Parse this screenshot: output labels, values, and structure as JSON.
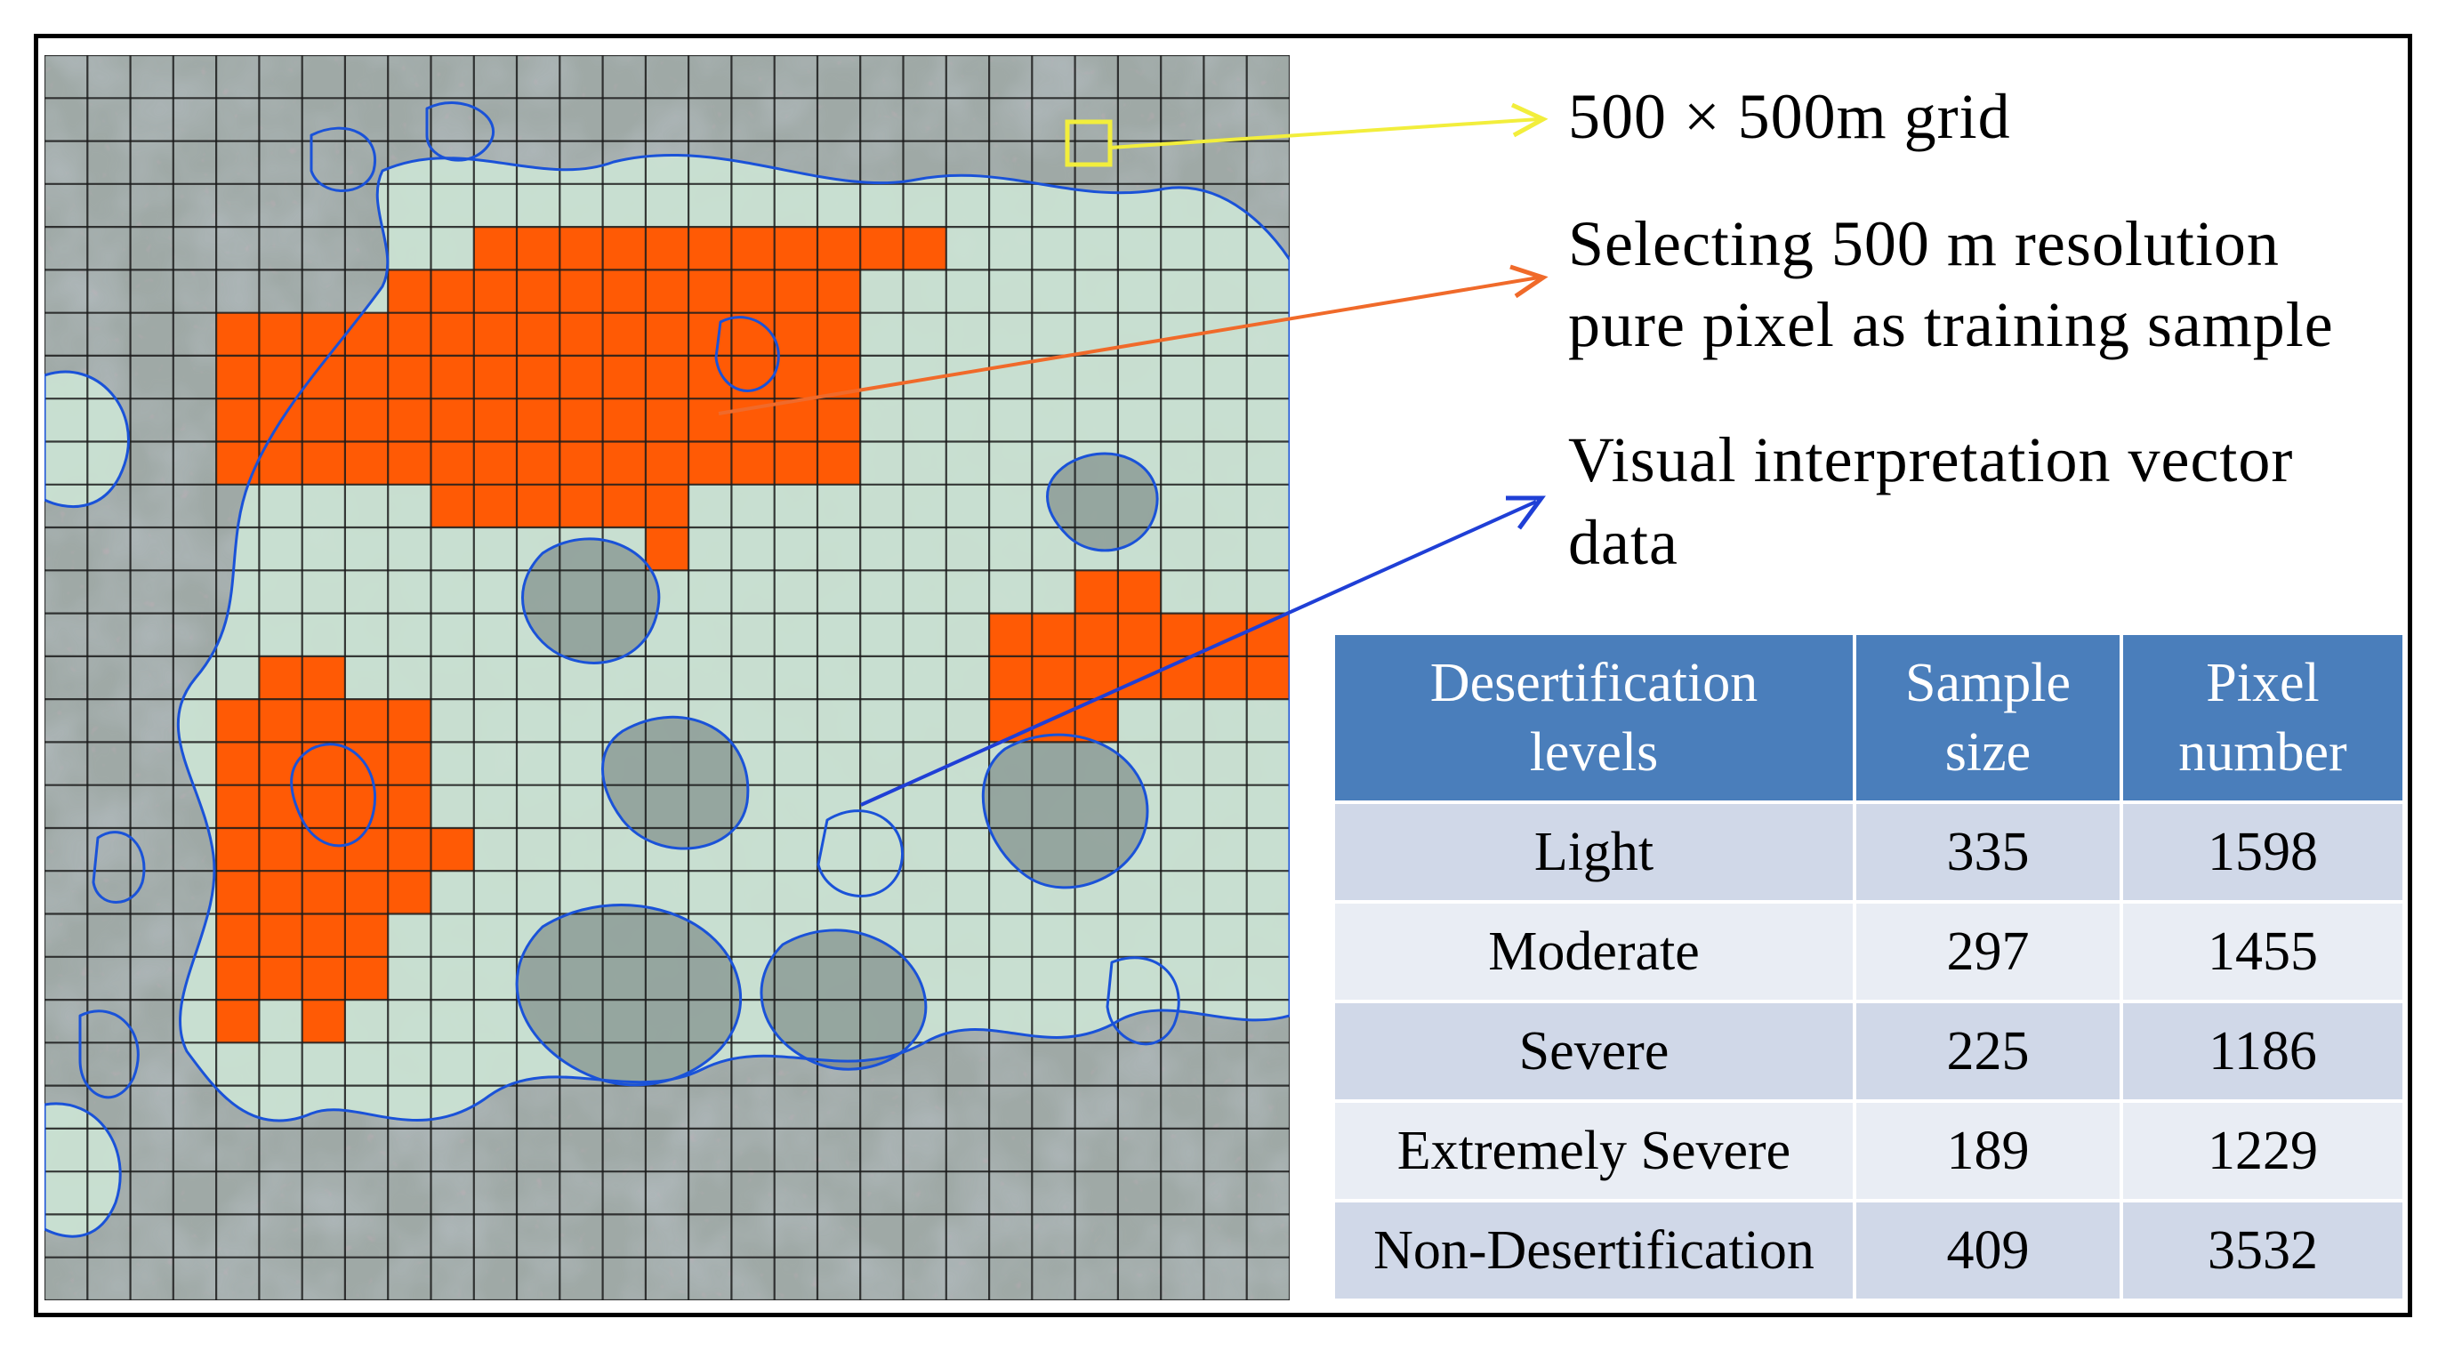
{
  "annotations": {
    "grid": "500 × 500m grid",
    "training_line1": "Selecting 500 m resolution",
    "training_line2": "pure pixel as training sample",
    "vector_line1": "Visual interpretation vector",
    "vector_line2": "data"
  },
  "colors": {
    "grid_arrow": "#f2ee3c",
    "training_arrow": "#f06a2a",
    "vector_arrow": "#1f3fd6",
    "training_cells": "#ff5a05",
    "vector_outline": "#1a52d8",
    "table_header": "#4a7ebb"
  },
  "table": {
    "headers": [
      [
        "Desertification",
        "levels"
      ],
      [
        "Sample",
        "size"
      ],
      [
        "Pixel",
        "number"
      ]
    ],
    "rows": [
      [
        "Light",
        "335",
        "1598"
      ],
      [
        "Moderate",
        "297",
        "1455"
      ],
      [
        "Severe",
        "225",
        "1186"
      ],
      [
        "Extremely Severe",
        "189",
        "1229"
      ],
      [
        "Non-Desertification",
        "409",
        "3532"
      ]
    ]
  }
}
